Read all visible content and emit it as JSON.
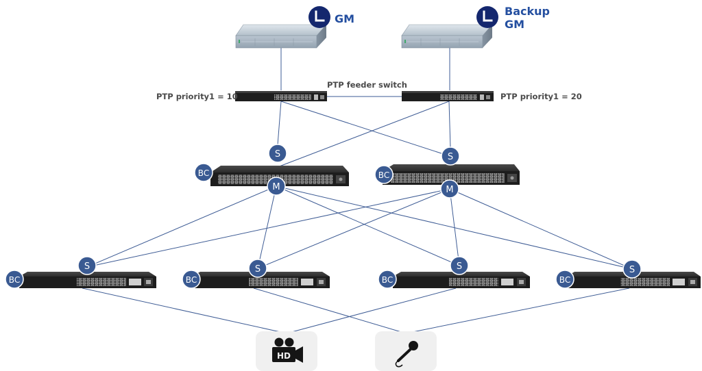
{
  "labels": {
    "gm": "GM",
    "backup_line1": "Backup",
    "backup_line2": "GM",
    "feeder_switch": "PTP feeder switch",
    "priority_left": "PTP priority1 = 10",
    "priority_right": "PTP priority1 = 20"
  },
  "badges": {
    "slave": "S",
    "master": "M",
    "boundary_clock": "BC"
  },
  "icons": {
    "clock": "clock-icon",
    "hd_camera": "hd-video-camera-icon",
    "microphone": "microphone-icon"
  },
  "colors": {
    "link": "#3d5b94",
    "badge": "#3a5a92",
    "clock": "#14276e",
    "label_blue": "#244fa0",
    "label_gray": "#4a4a4a"
  }
}
